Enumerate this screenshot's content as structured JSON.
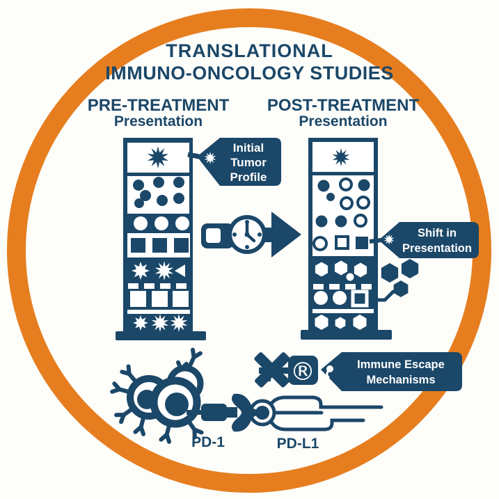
{
  "theme": {
    "navy": "#1b4768",
    "orange": "#e67e1f",
    "bg": "#fdfdfa",
    "panel": "#ffffff"
  },
  "title": {
    "line1": "TRANSLATIONAL",
    "line2": "IMMUNO-ONCOLOGY STUDIES"
  },
  "columns": {
    "pre": {
      "title": "PRE-TREATMENT",
      "subtitle": "Presentation"
    },
    "post": {
      "title": "POST-TREATMENT",
      "subtitle": "Presentation"
    }
  },
  "callouts": {
    "initial_tumor_profile": {
      "line1": "Initial",
      "line2": "Tumor",
      "line3": "Profile"
    },
    "shift_in_presentation": {
      "line1": "Shift in",
      "line2": "Presentation"
    },
    "immune_escape": {
      "line1": "Immune Escape",
      "line2": "Mechanisms"
    }
  },
  "labels": {
    "pd1": "PD-1",
    "pdl1": "PD-L1",
    "registered": "®"
  },
  "icons": {
    "tumor-starburst-icon": "starburst",
    "clock-arrow-icon": "watch with right arrow",
    "antigen-hexagons-icon": "hexagon cluster",
    "immune-cells-icon": "cells with receptors",
    "blocked-x-icon": "x mark",
    "drug-key-icon": "key with registered symbol"
  }
}
